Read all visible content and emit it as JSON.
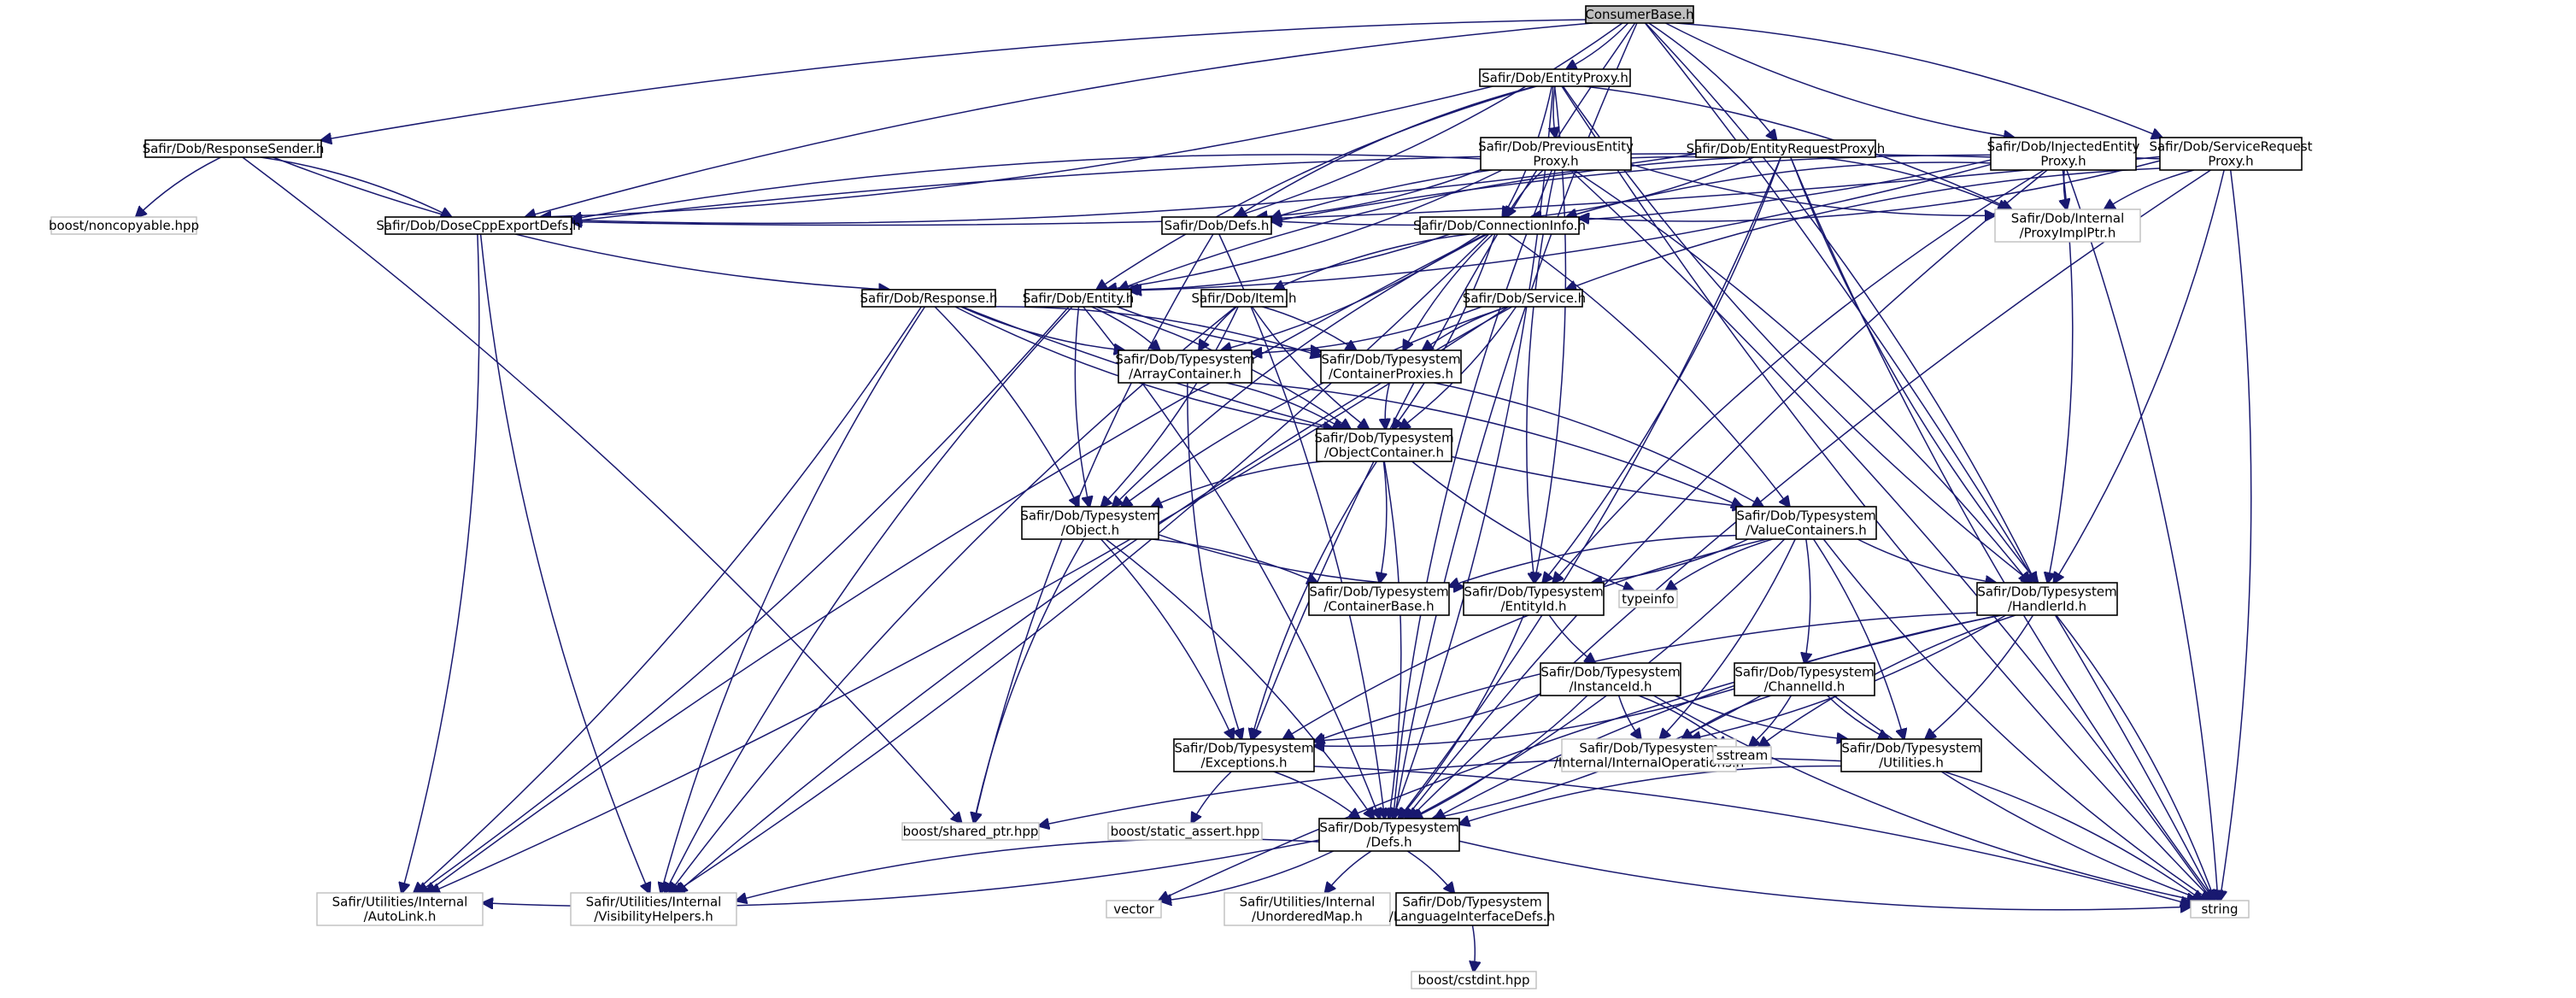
{
  "graph": {
    "nodes": [
      {
        "id": "root",
        "lines": [
          "ConsumerBase.h"
        ],
        "kind": "root"
      },
      {
        "id": "entityproxy",
        "lines": [
          "Safir/Dob/EntityProxy.h"
        ],
        "kind": "local"
      },
      {
        "id": "responsesender",
        "lines": [
          "Safir/Dob/ResponseSender.h"
        ],
        "kind": "local"
      },
      {
        "id": "prevproxy",
        "lines": [
          "Safir/Dob/PreviousEntity",
          "Proxy.h"
        ],
        "kind": "local"
      },
      {
        "id": "entreqproxy",
        "lines": [
          "Safir/Dob/EntityRequestProxy.h"
        ],
        "kind": "local"
      },
      {
        "id": "injproxy",
        "lines": [
          "Safir/Dob/InjectedEntity",
          "Proxy.h"
        ],
        "kind": "local"
      },
      {
        "id": "svcreqproxy",
        "lines": [
          "Safir/Dob/ServiceRequest",
          "Proxy.h"
        ],
        "kind": "local"
      },
      {
        "id": "noncopyable",
        "lines": [
          "boost/noncopyable.hpp"
        ],
        "kind": "ext"
      },
      {
        "id": "dosecpp",
        "lines": [
          "Safir/Dob/DoseCppExportDefs.h"
        ],
        "kind": "local"
      },
      {
        "id": "dobdefs",
        "lines": [
          "Safir/Dob/Defs.h"
        ],
        "kind": "local"
      },
      {
        "id": "conninfo",
        "lines": [
          "Safir/Dob/ConnectionInfo.h"
        ],
        "kind": "local"
      },
      {
        "id": "proxyimpl",
        "lines": [
          "Safir/Dob/Internal",
          "/ProxyImplPtr.h"
        ],
        "kind": "ext"
      },
      {
        "id": "response",
        "lines": [
          "Safir/Dob/Response.h"
        ],
        "kind": "local"
      },
      {
        "id": "entity",
        "lines": [
          "Safir/Dob/Entity.h"
        ],
        "kind": "local"
      },
      {
        "id": "item",
        "lines": [
          "Safir/Dob/Item.h"
        ],
        "kind": "local"
      },
      {
        "id": "service",
        "lines": [
          "Safir/Dob/Service.h"
        ],
        "kind": "local"
      },
      {
        "id": "arraycontainer",
        "lines": [
          "Safir/Dob/Typesystem",
          "/ArrayContainer.h"
        ],
        "kind": "local"
      },
      {
        "id": "containerproxies",
        "lines": [
          "Safir/Dob/Typesystem",
          "/ContainerProxies.h"
        ],
        "kind": "local"
      },
      {
        "id": "objectcontainer",
        "lines": [
          "Safir/Dob/Typesystem",
          "/ObjectContainer.h"
        ],
        "kind": "local"
      },
      {
        "id": "object",
        "lines": [
          "Safir/Dob/Typesystem",
          "/Object.h"
        ],
        "kind": "local"
      },
      {
        "id": "valuecontainers",
        "lines": [
          "Safir/Dob/Typesystem",
          "/ValueContainers.h"
        ],
        "kind": "local"
      },
      {
        "id": "containerbase",
        "lines": [
          "Safir/Dob/Typesystem",
          "/ContainerBase.h"
        ],
        "kind": "local"
      },
      {
        "id": "entityid",
        "lines": [
          "Safir/Dob/Typesystem",
          "/EntityId.h"
        ],
        "kind": "local"
      },
      {
        "id": "typeinfo",
        "lines": [
          "typeinfo"
        ],
        "kind": "ext"
      },
      {
        "id": "handlerid",
        "lines": [
          "Safir/Dob/Typesystem",
          "/HandlerId.h"
        ],
        "kind": "local"
      },
      {
        "id": "instanceid",
        "lines": [
          "Safir/Dob/Typesystem",
          "/InstanceId.h"
        ],
        "kind": "local"
      },
      {
        "id": "channelid",
        "lines": [
          "Safir/Dob/Typesystem",
          "/ChannelId.h"
        ],
        "kind": "local"
      },
      {
        "id": "exceptions",
        "lines": [
          "Safir/Dob/Typesystem",
          "/Exceptions.h"
        ],
        "kind": "local"
      },
      {
        "id": "internalops",
        "lines": [
          "Safir/Dob/Typesystem",
          "/Internal/InternalOperations.h"
        ],
        "kind": "ext"
      },
      {
        "id": "sstream",
        "lines": [
          "sstream"
        ],
        "kind": "ext"
      },
      {
        "id": "utilities",
        "lines": [
          "Safir/Dob/Typesystem",
          "/Utilities.h"
        ],
        "kind": "local"
      },
      {
        "id": "sharedptr",
        "lines": [
          "boost/shared_ptr.hpp"
        ],
        "kind": "ext"
      },
      {
        "id": "staticassert",
        "lines": [
          "boost/static_assert.hpp"
        ],
        "kind": "ext"
      },
      {
        "id": "tsdefs",
        "lines": [
          "Safir/Dob/Typesystem",
          "/Defs.h"
        ],
        "kind": "local"
      },
      {
        "id": "autolink",
        "lines": [
          "Safir/Utilities/Internal",
          "/AutoLink.h"
        ],
        "kind": "ext"
      },
      {
        "id": "visibility",
        "lines": [
          "Safir/Utilities/Internal",
          "/VisibilityHelpers.h"
        ],
        "kind": "ext"
      },
      {
        "id": "vector",
        "lines": [
          "vector"
        ],
        "kind": "ext"
      },
      {
        "id": "unorderedmap",
        "lines": [
          "Safir/Utilities/Internal",
          "/UnorderedMap.h"
        ],
        "kind": "ext"
      },
      {
        "id": "langiface",
        "lines": [
          "Safir/Dob/Typesystem",
          "/LanguageInterfaceDefs.h"
        ],
        "kind": "local"
      },
      {
        "id": "string",
        "lines": [
          "string"
        ],
        "kind": "ext"
      },
      {
        "id": "cstdint",
        "lines": [
          "boost/cstdint.hpp"
        ],
        "kind": "ext"
      }
    ],
    "edges": [
      [
        "root",
        "entityproxy"
      ],
      [
        "root",
        "responsesender"
      ],
      [
        "root",
        "entreqproxy"
      ],
      [
        "root",
        "injproxy"
      ],
      [
        "root",
        "svcreqproxy"
      ],
      [
        "root",
        "dosecpp"
      ],
      [
        "root",
        "dobdefs"
      ],
      [
        "root",
        "exceptions"
      ],
      [
        "root",
        "handlerid"
      ],
      [
        "root",
        "tsdefs"
      ],
      [
        "root",
        "string"
      ],
      [
        "entityproxy",
        "prevproxy"
      ],
      [
        "entityproxy",
        "dosecpp"
      ],
      [
        "entityproxy",
        "dobdefs"
      ],
      [
        "entityproxy",
        "conninfo"
      ],
      [
        "entityproxy",
        "entity"
      ],
      [
        "entityproxy",
        "entityid"
      ],
      [
        "entityproxy",
        "handlerid"
      ],
      [
        "entityproxy",
        "proxyimpl"
      ],
      [
        "entityproxy",
        "string"
      ],
      [
        "entityproxy",
        "tsdefs"
      ],
      [
        "responsesender",
        "noncopyable"
      ],
      [
        "responsesender",
        "dosecpp"
      ],
      [
        "responsesender",
        "response"
      ],
      [
        "responsesender",
        "sharedptr"
      ],
      [
        "prevproxy",
        "dosecpp"
      ],
      [
        "prevproxy",
        "dobdefs"
      ],
      [
        "prevproxy",
        "conninfo"
      ],
      [
        "prevproxy",
        "entity"
      ],
      [
        "prevproxy",
        "entityid"
      ],
      [
        "prevproxy",
        "handlerid"
      ],
      [
        "prevproxy",
        "proxyimpl"
      ],
      [
        "prevproxy",
        "string"
      ],
      [
        "prevproxy",
        "tsdefs"
      ],
      [
        "entreqproxy",
        "dosecpp"
      ],
      [
        "entreqproxy",
        "dobdefs"
      ],
      [
        "entreqproxy",
        "conninfo"
      ],
      [
        "entreqproxy",
        "entity"
      ],
      [
        "entreqproxy",
        "entityid"
      ],
      [
        "entreqproxy",
        "handlerid"
      ],
      [
        "entreqproxy",
        "proxyimpl"
      ],
      [
        "entreqproxy",
        "string"
      ],
      [
        "entreqproxy",
        "tsdefs"
      ],
      [
        "injproxy",
        "dosecpp"
      ],
      [
        "injproxy",
        "dobdefs"
      ],
      [
        "injproxy",
        "conninfo"
      ],
      [
        "injproxy",
        "entity"
      ],
      [
        "injproxy",
        "entityid"
      ],
      [
        "injproxy",
        "handlerid"
      ],
      [
        "injproxy",
        "proxyimpl"
      ],
      [
        "injproxy",
        "string"
      ],
      [
        "injproxy",
        "tsdefs"
      ],
      [
        "svcreqproxy",
        "dosecpp"
      ],
      [
        "svcreqproxy",
        "dobdefs"
      ],
      [
        "svcreqproxy",
        "conninfo"
      ],
      [
        "svcreqproxy",
        "service"
      ],
      [
        "svcreqproxy",
        "handlerid"
      ],
      [
        "svcreqproxy",
        "proxyimpl"
      ],
      [
        "svcreqproxy",
        "string"
      ],
      [
        "svcreqproxy",
        "tsdefs"
      ],
      [
        "dosecpp",
        "autolink"
      ],
      [
        "dosecpp",
        "visibility"
      ],
      [
        "dobdefs",
        "tsdefs"
      ],
      [
        "dobdefs",
        "sharedptr"
      ],
      [
        "conninfo",
        "entity"
      ],
      [
        "conninfo",
        "item"
      ],
      [
        "conninfo",
        "arraycontainer"
      ],
      [
        "conninfo",
        "containerproxies"
      ],
      [
        "conninfo",
        "objectcontainer"
      ],
      [
        "conninfo",
        "object"
      ],
      [
        "conninfo",
        "valuecontainers"
      ],
      [
        "conninfo",
        "autolink"
      ],
      [
        "conninfo",
        "visibility"
      ],
      [
        "response",
        "arraycontainer"
      ],
      [
        "response",
        "containerproxies"
      ],
      [
        "response",
        "objectcontainer"
      ],
      [
        "response",
        "object"
      ],
      [
        "response",
        "valuecontainers"
      ],
      [
        "response",
        "autolink"
      ],
      [
        "response",
        "visibility"
      ],
      [
        "entity",
        "arraycontainer"
      ],
      [
        "entity",
        "containerproxies"
      ],
      [
        "entity",
        "objectcontainer"
      ],
      [
        "entity",
        "object"
      ],
      [
        "entity",
        "autolink"
      ],
      [
        "entity",
        "visibility"
      ],
      [
        "entity",
        "tsdefs"
      ],
      [
        "item",
        "arraycontainer"
      ],
      [
        "item",
        "containerproxies"
      ],
      [
        "item",
        "objectcontainer"
      ],
      [
        "item",
        "object"
      ],
      [
        "item",
        "visibility"
      ],
      [
        "service",
        "arraycontainer"
      ],
      [
        "service",
        "containerproxies"
      ],
      [
        "service",
        "objectcontainer"
      ],
      [
        "service",
        "object"
      ],
      [
        "service",
        "autolink"
      ],
      [
        "service",
        "visibility"
      ],
      [
        "arraycontainer",
        "objectcontainer"
      ],
      [
        "arraycontainer",
        "exceptions"
      ],
      [
        "arraycontainer",
        "valuecontainers"
      ],
      [
        "containerproxies",
        "objectcontainer"
      ],
      [
        "containerproxies",
        "valuecontainers"
      ],
      [
        "objectcontainer",
        "object"
      ],
      [
        "objectcontainer",
        "containerbase"
      ],
      [
        "objectcontainer",
        "exceptions"
      ],
      [
        "objectcontainer",
        "tsdefs"
      ],
      [
        "objectcontainer",
        "typeinfo"
      ],
      [
        "object",
        "containerbase"
      ],
      [
        "object",
        "entityid"
      ],
      [
        "object",
        "exceptions"
      ],
      [
        "object",
        "sharedptr"
      ],
      [
        "object",
        "tsdefs"
      ],
      [
        "valuecontainers",
        "containerbase"
      ],
      [
        "valuecontainers",
        "entityid"
      ],
      [
        "valuecontainers",
        "handlerid"
      ],
      [
        "valuecontainers",
        "channelid"
      ],
      [
        "valuecontainers",
        "exceptions"
      ],
      [
        "valuecontainers",
        "utilities"
      ],
      [
        "valuecontainers",
        "typeinfo"
      ],
      [
        "valuecontainers",
        "tsdefs"
      ],
      [
        "valuecontainers",
        "string"
      ],
      [
        "valuecontainers",
        "internalops"
      ],
      [
        "entityid",
        "instanceid"
      ],
      [
        "entityid",
        "tsdefs"
      ],
      [
        "handlerid",
        "exceptions"
      ],
      [
        "handlerid",
        "utilities"
      ],
      [
        "handlerid",
        "tsdefs"
      ],
      [
        "handlerid",
        "string"
      ],
      [
        "handlerid",
        "sstream"
      ],
      [
        "handlerid",
        "internalops"
      ],
      [
        "handlerid",
        "vector"
      ],
      [
        "instanceid",
        "exceptions"
      ],
      [
        "instanceid",
        "utilities"
      ],
      [
        "instanceid",
        "tsdefs"
      ],
      [
        "instanceid",
        "string"
      ],
      [
        "instanceid",
        "sstream"
      ],
      [
        "instanceid",
        "internalops"
      ],
      [
        "channelid",
        "exceptions"
      ],
      [
        "channelid",
        "utilities"
      ],
      [
        "channelid",
        "tsdefs"
      ],
      [
        "channelid",
        "string"
      ],
      [
        "channelid",
        "sstream"
      ],
      [
        "channelid",
        "internalops"
      ],
      [
        "exceptions",
        "tsdefs"
      ],
      [
        "exceptions",
        "staticassert"
      ],
      [
        "exceptions",
        "string"
      ],
      [
        "utilities",
        "tsdefs"
      ],
      [
        "utilities",
        "string"
      ],
      [
        "utilities",
        "sharedptr"
      ],
      [
        "tsdefs",
        "autolink"
      ],
      [
        "tsdefs",
        "visibility"
      ],
      [
        "tsdefs",
        "vector"
      ],
      [
        "tsdefs",
        "unorderedmap"
      ],
      [
        "tsdefs",
        "langiface"
      ],
      [
        "tsdefs",
        "string"
      ],
      [
        "langiface",
        "cstdint"
      ]
    ]
  }
}
